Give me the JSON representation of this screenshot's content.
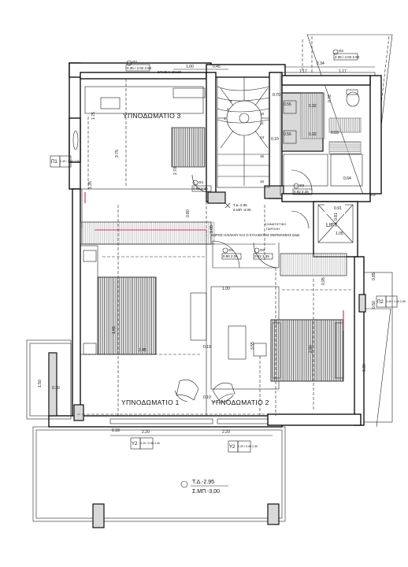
{
  "rooms": {
    "bedroom_3": "ΥΠΝΟΔΩΜΑΤΙΟ 3",
    "bedroom_1": "ΥΠΝΟΔΩΜΑΤΙΟ 1",
    "bedroom_2": "ΥΠΝΟΔΩΜΑΤΙΟ 2",
    "lift": "LIFT"
  },
  "levels": {
    "interior_td": "Τ.Δ -2.95",
    "interior_smp": "Σ.ΜΠ -3.00",
    "terrace_td": "Τ.Δ.-2.95",
    "terrace_smp": "Σ.ΜΠ -3,00"
  },
  "notes": {
    "stair_rail": "ΣΤΗΘΑΙ 20x20",
    "boiler_note": "ΧΩΡΟΣ ΗΛΙΑΚΟΥ ΚΑΙ Ο ΣΥΛΛΕΚΤΗΣ ΘΕΡΜΑΝΣΗΣ ΕΔΩ",
    "boiler_small": "ΚΛΙΜΑΤΙΣΤΙΚΟ",
    "fire_small": "ΠΑΡΟΧΗ"
  },
  "dimensions": {
    "top_100": "1.00",
    "top_045": "0.45",
    "top_234": "2.34",
    "top_117a": "1.17",
    "top_117b": "1.17",
    "d_375": "3.75",
    "d_175": "1.75",
    "d_135": "1.35",
    "d_056a": "0.56",
    "d_056b": "0.56",
    "d_092a": "0.92",
    "d_092b": "0.92",
    "d_070": "0.70",
    "d_076": "0.76",
    "d_069": "0.69",
    "d_064": "0.64",
    "d_091": "0.91",
    "d_081": "0.81",
    "d_105a": "1.05",
    "d_105b": "1.05",
    "d_080": "0.80",
    "d_095": "0.95",
    "d_345": "3.45",
    "d_010a": "0.10",
    "d_010b": "0.10",
    "d_010c": "0.10",
    "d_100b": "1.00",
    "d_355": "3.55",
    "d_150": "1.50",
    "d_030": "0.30",
    "d_220a": "2.20",
    "d_220b": "2.20",
    "d_165": "1.65",
    "d_085": "0.85",
    "d_050": "0.50",
    "d_330": "3.30",
    "d_018": "0.18",
    "stair_1": "1",
    "stair_2": "2",
    "stair_3": "3",
    "stair_10": "10",
    "stair_11": "11",
    "stair_13": "13",
    "stair_15": "15",
    "stair_16": "16",
    "d_270": "2.70",
    "d_280": "2.80"
  },
  "tags": {
    "o2_label": "Θ2",
    "o2_value": "0.35 / 2.02 2.50",
    "o2b_value": "2.35 / 2.02 2.50",
    "o3_label": "Θ3",
    "o3_value": "0.92 2.35",
    "o4_label": "Θ4",
    "o4_value": "0.92 2.35",
    "o1_label": "Θ1",
    "o1_value": "0.90 2.35",
    "o2c_label": "Θ2",
    "o2c_value": "0.92 2.35",
    "p1_label": "Π1",
    "p1_value": "1.40 / 1.05 2.50",
    "p2_label": "Π2",
    "p2_value": "0.40 / 1.30 2.50",
    "y2a_label": "Υ2",
    "y2a_value": "2.20 / 0.00 2.40",
    "y2b_label": "Υ2",
    "y2b_value": "2.20 / 0.00 2.40"
  }
}
